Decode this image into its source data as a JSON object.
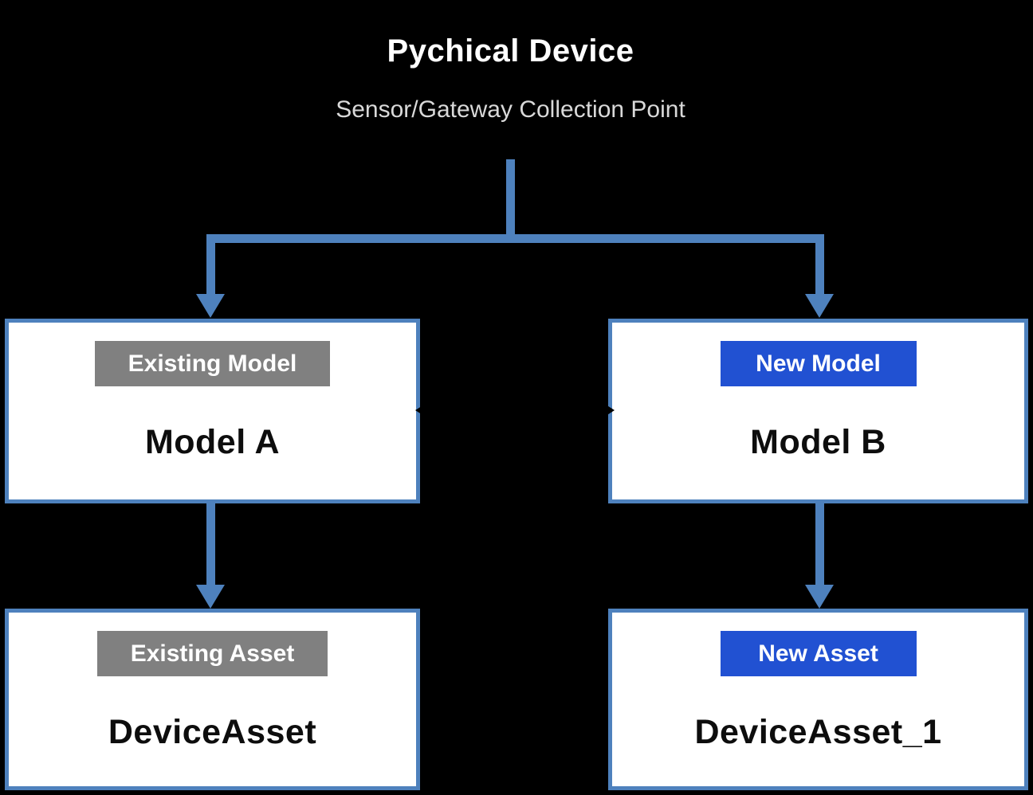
{
  "header": {
    "title": "Pychical Device",
    "subtitle": "Sensor/Gateway Collection Point"
  },
  "colors": {
    "background": "#000000",
    "connector_blue": "#4E81BD",
    "badge_blue": "#2151D2",
    "badge_gray": "#808080",
    "box_bg": "#FFFFFF",
    "box_border": "#4E81BD",
    "title_white": "#FFFFFF",
    "subtitle_gray": "#D9D9D9",
    "label_black": "#0D0D0D",
    "hidden_link": "#000000"
  },
  "nodes": [
    {
      "id": "model-a",
      "badge": "Existing Model",
      "badge_type": "existing",
      "label": "Model A"
    },
    {
      "id": "model-b",
      "badge": "New Model",
      "badge_type": "new",
      "label": "Model B"
    },
    {
      "id": "device-asset",
      "badge": "Existing Asset",
      "badge_type": "existing",
      "label": "DeviceAsset"
    },
    {
      "id": "device-asset-1",
      "badge": "New Asset",
      "badge_type": "new",
      "label": "DeviceAsset_1"
    }
  ],
  "edges": [
    {
      "from": "collection-point",
      "to": "model-a"
    },
    {
      "from": "collection-point",
      "to": "model-b"
    },
    {
      "from": "model-a",
      "to": "device-asset"
    },
    {
      "from": "model-b",
      "to": "device-asset-1"
    },
    {
      "from": "model-a",
      "to": "model-b",
      "style": "hidden-black-double-arrow"
    }
  ]
}
